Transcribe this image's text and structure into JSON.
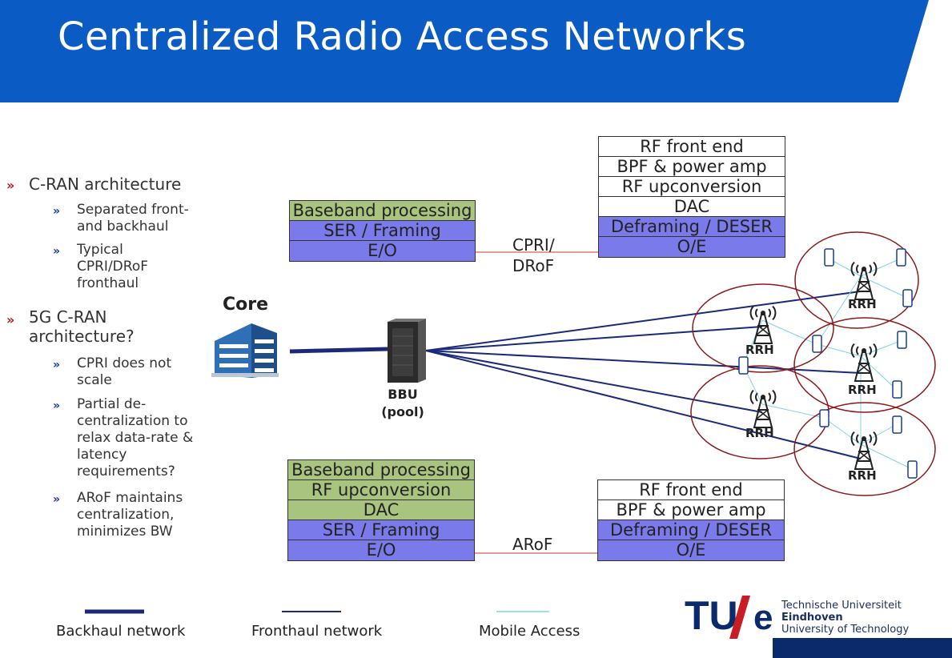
{
  "header": {
    "title": "Centralized Radio Access Networks",
    "color": "#0a5bc4"
  },
  "bullets": [
    {
      "text": "C-RAN architecture",
      "sub": [
        "Separated front-\nand backhaul",
        "Typical\nCPRI/DRoF\nfronthaul"
      ]
    },
    {
      "text": "5G C-RAN\narchitecture?",
      "sub": [
        "CPRI does not\nscale",
        "Partial de-\ncentralization to\nrelax data-rate &\nlatency\nrequirements?",
        "ARoF maintains\ncentralization,\nminimizes BW"
      ]
    }
  ],
  "top_bbu_stack": [
    "Baseband processing",
    "SER / Framing",
    "E/O"
  ],
  "top_rrh_stack": [
    "RF front end",
    "BPF & power amp",
    "RF upconversion",
    "DAC",
    "Deframing / DESER",
    "O/E"
  ],
  "top_link_label": "CPRI/\nDRoF",
  "bottom_bbu_stack": [
    "Baseband processing",
    "RF upconversion",
    "DAC",
    "SER / Framing",
    "E/O"
  ],
  "bottom_rrh_stack": [
    "RF front end",
    "BPF & power amp",
    "Deframing / DESER",
    "O/E"
  ],
  "bottom_link_label": "ARoF",
  "core_label": "Core",
  "bbu_label": "BBU\n(pool)",
  "rrh_label": "RRH",
  "legend": {
    "backhaul": "Backhaul network",
    "fronthaul": "Fronthaul network",
    "mobile": "Mobile Access"
  },
  "logo": {
    "mark": "TU/e",
    "line1": "Technische Universiteit",
    "line2": "Eindhoven",
    "line3": "University of Technology"
  },
  "colors": {
    "green": "#a9c47f",
    "purple": "#7a7aea",
    "navy": "#1a2a78",
    "cell_ring": "#8b1a1a",
    "mobile": "#7fd3e8"
  }
}
